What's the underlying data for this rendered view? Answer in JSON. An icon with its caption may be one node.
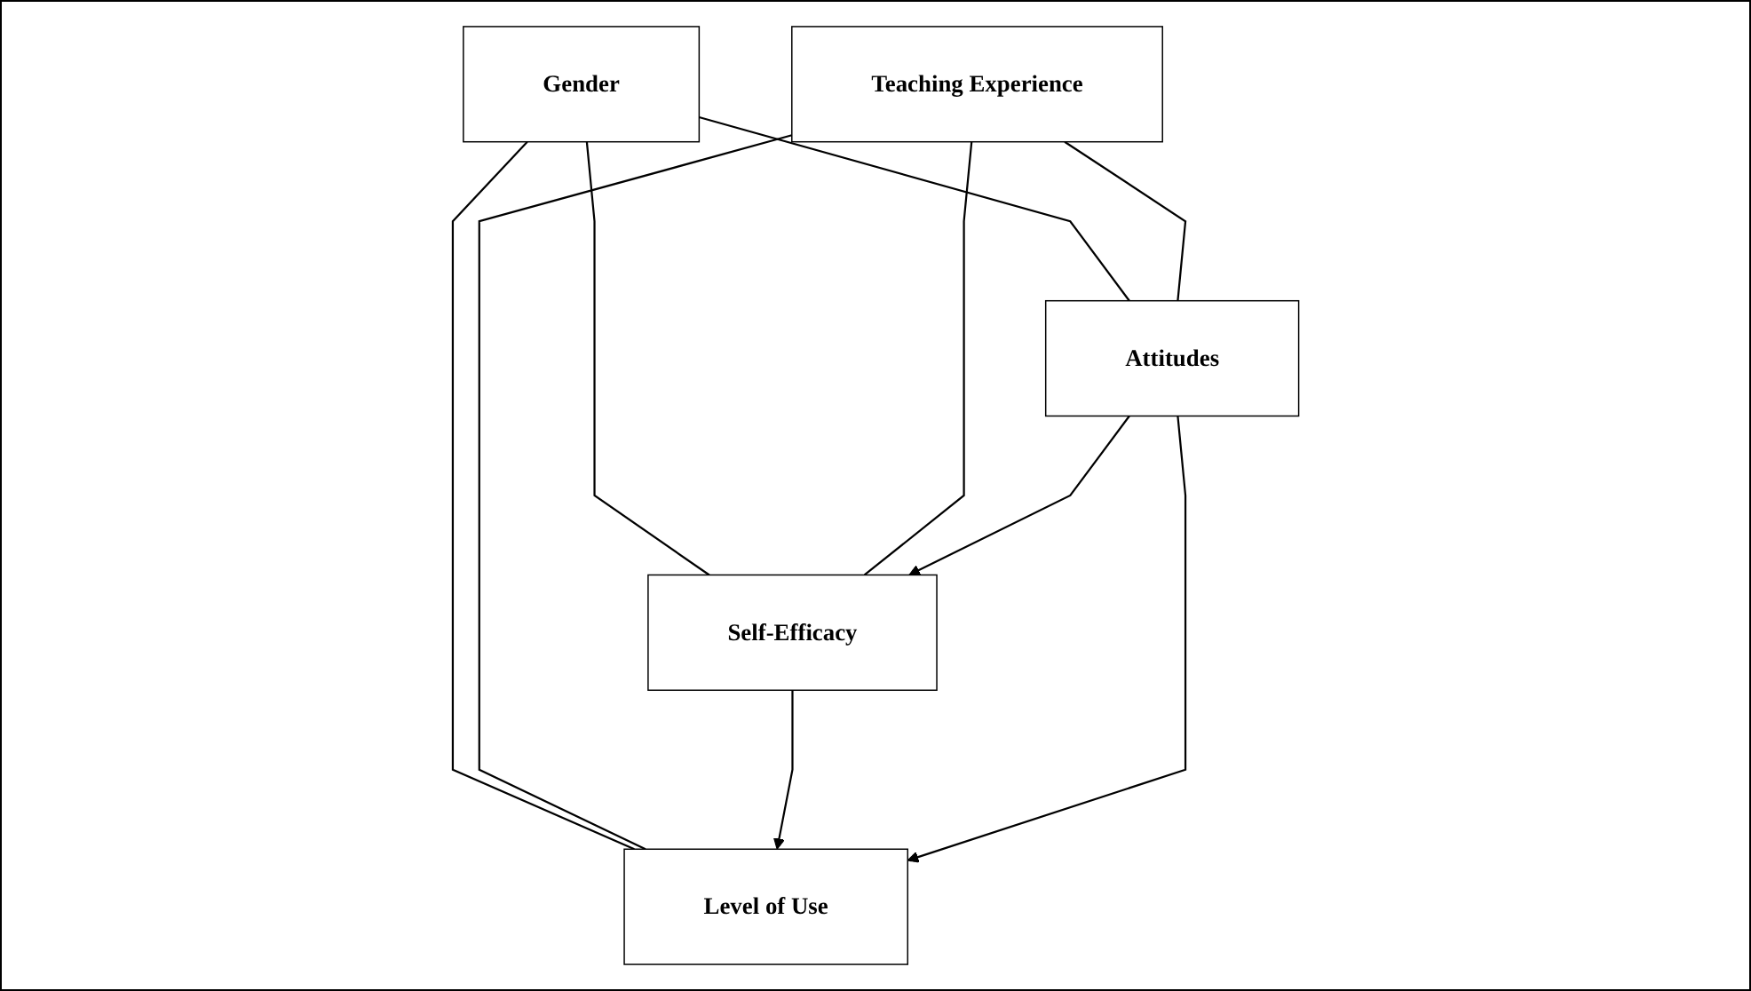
{
  "diagram": {
    "nodes": [
      {
        "text": [
          "Gender"
        ]
      },
      {
        "text": [
          "Teaching Experience"
        ]
      },
      {
        "text": [
          "Attitudes"
        ]
      },
      {
        "text": [
          "Self-Efficacy"
        ]
      },
      {
        "text": [
          "Level of Use"
        ]
      }
    ],
    "edges": [
      {
        "from": 0,
        "to": 2,
        "arrow": "none"
      },
      {
        "from": 0,
        "to": 3,
        "arrow": "none"
      },
      {
        "from": 0,
        "to": 4,
        "arrow": "none"
      },
      {
        "from": 1,
        "to": 2,
        "arrow": "none"
      },
      {
        "from": 1,
        "to": 3,
        "arrow": "none"
      },
      {
        "from": 1,
        "to": 4,
        "arrow": "none"
      },
      {
        "from": 2,
        "to": 3,
        "arrow": "to"
      },
      {
        "from": 3,
        "to": 4,
        "arrow": "to"
      },
      {
        "from": 2,
        "to": 4,
        "arrow": "to"
      }
    ]
  }
}
